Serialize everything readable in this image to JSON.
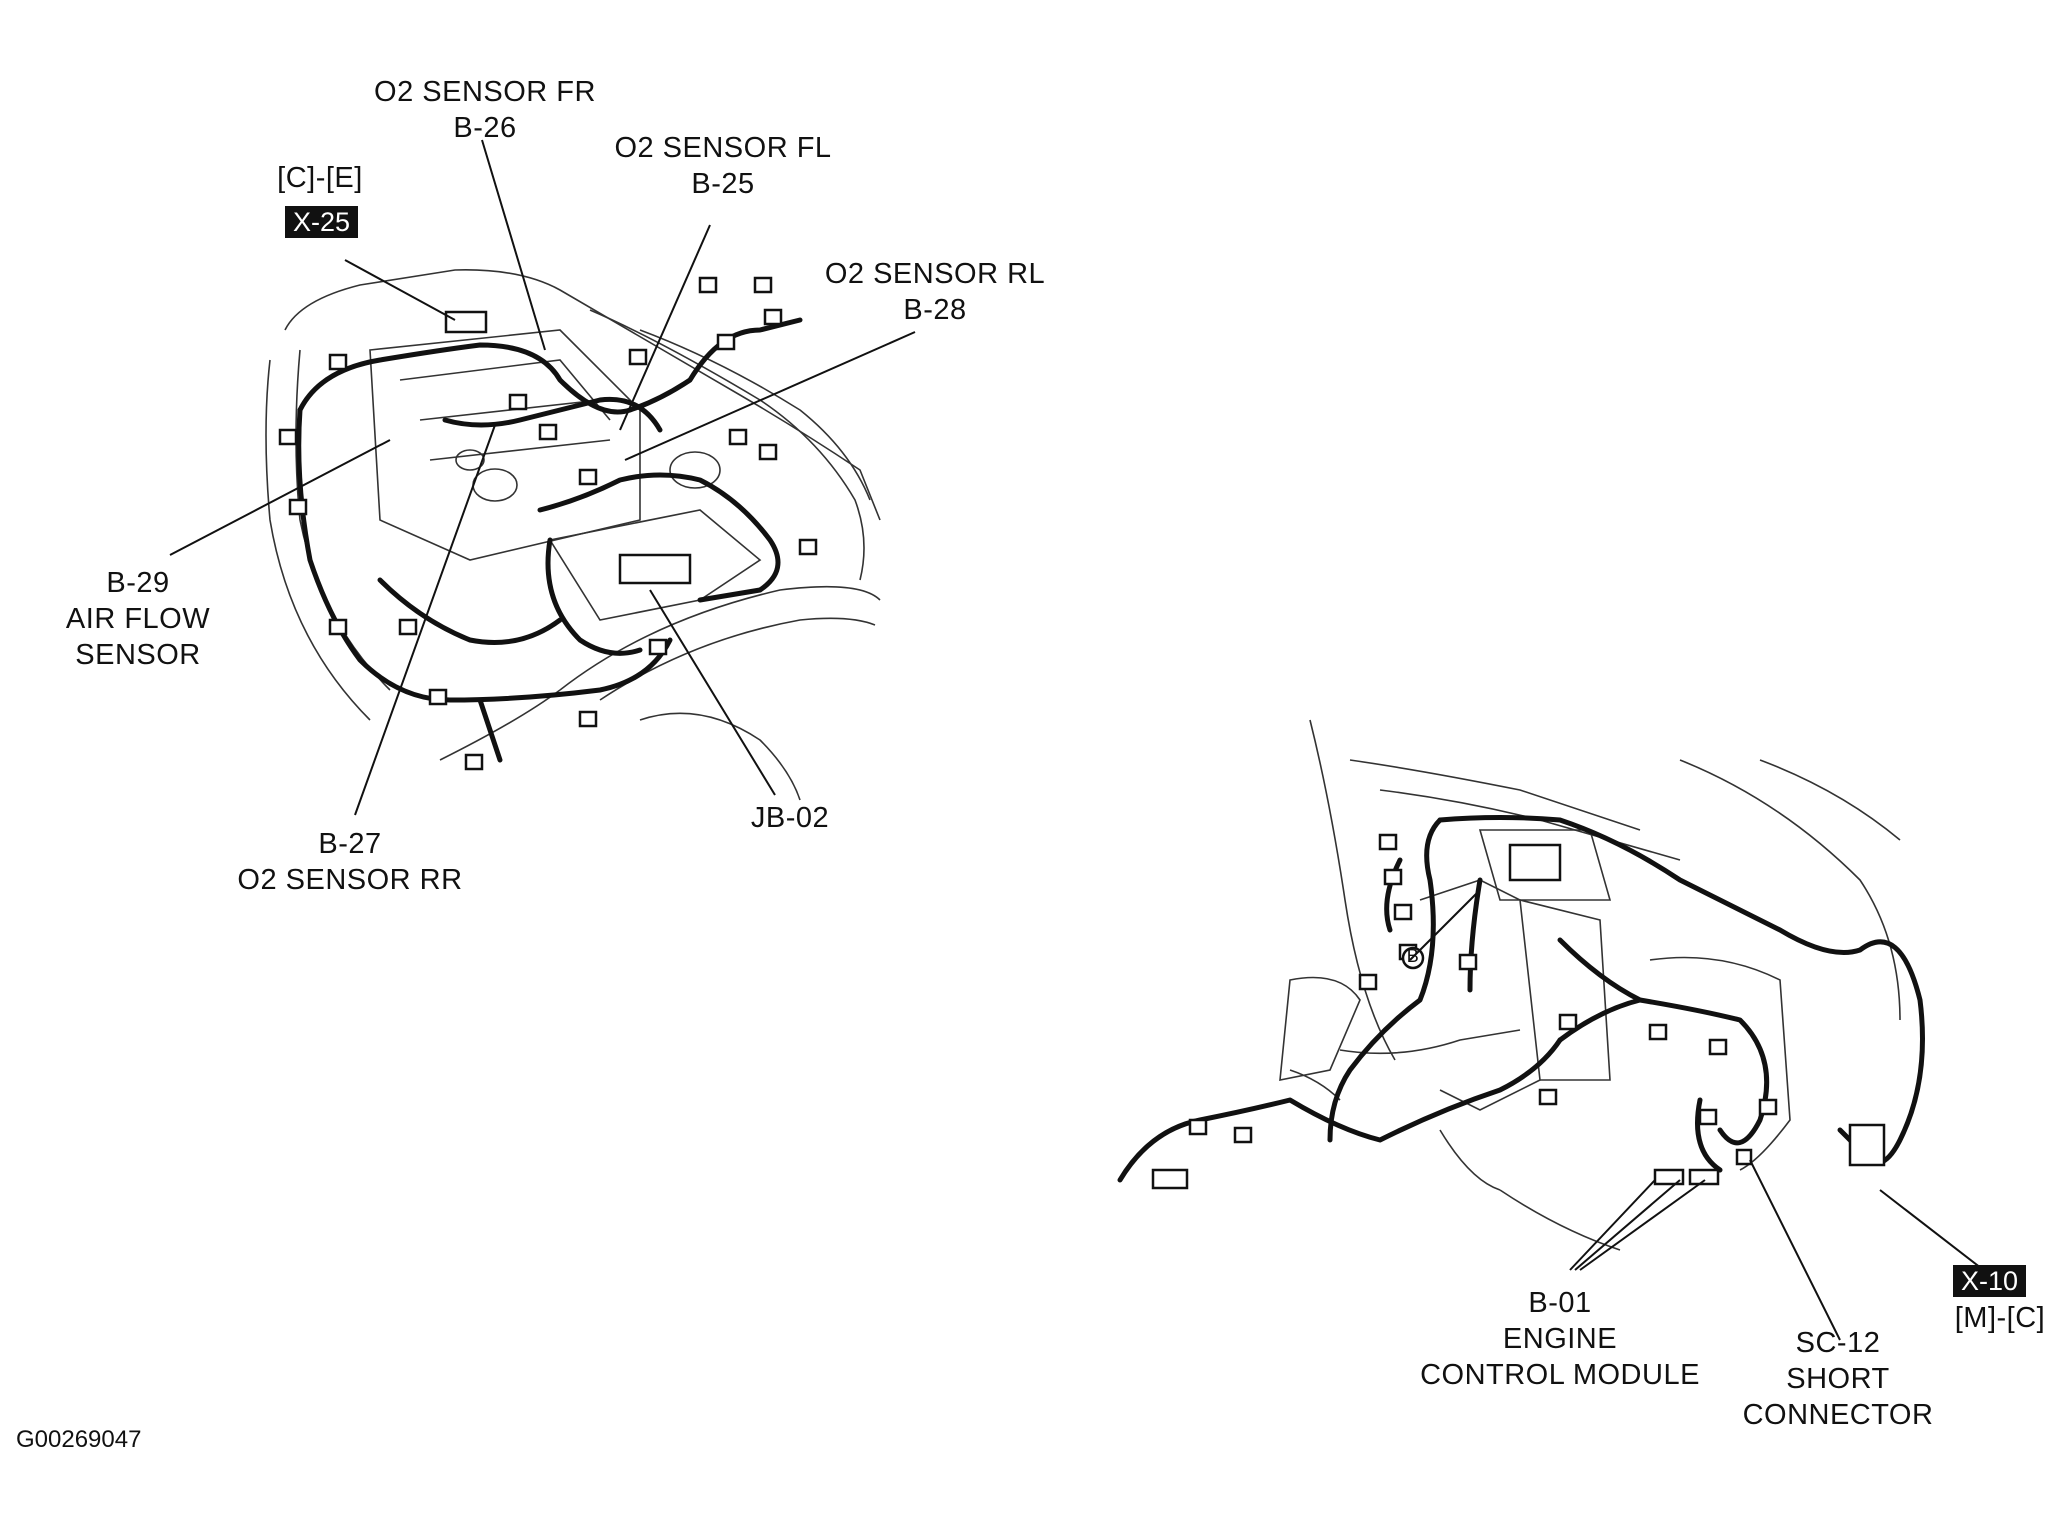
{
  "figure_id": "G00269047",
  "engine_view": {
    "o2_fr": {
      "line1": "O2 SENSOR FR",
      "line2": "B-26"
    },
    "o2_fl": {
      "line1": "O2 SENSOR FL",
      "line2": "B-25"
    },
    "o2_rl": {
      "line1": "O2 SENSOR RL",
      "line2": "B-28"
    },
    "grid_ref": "[C]-[E]",
    "connector_tag": "X-25",
    "air_flow": {
      "line1": "B-29",
      "line2": "AIR FLOW",
      "line3": "SENSOR"
    },
    "o2_rr": {
      "line1": "B-27",
      "line2": "O2 SENSOR RR"
    },
    "junction_block": "JB-02"
  },
  "cabin_view": {
    "inline_marker": "B",
    "ecm": {
      "line1": "B-01",
      "line2": "ENGINE",
      "line3": "CONTROL MODULE"
    },
    "short_conn": {
      "line1": "SC-12",
      "line2": "SHORT",
      "line3": "CONNECTOR"
    },
    "connector_tag": "X-10",
    "grid_ref": "[M]-[C]"
  }
}
